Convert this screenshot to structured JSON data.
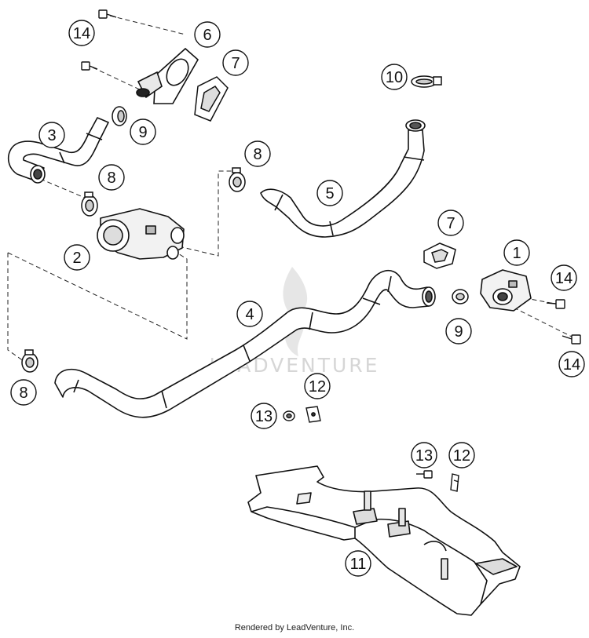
{
  "diagram": {
    "callouts": [
      {
        "id": "c1",
        "label": "1"
      },
      {
        "id": "c2",
        "label": "2"
      },
      {
        "id": "c3",
        "label": "3"
      },
      {
        "id": "c4",
        "label": "4"
      },
      {
        "id": "c5",
        "label": "5"
      },
      {
        "id": "c6",
        "label": "6"
      },
      {
        "id": "c7a",
        "label": "7"
      },
      {
        "id": "c7b",
        "label": "7"
      },
      {
        "id": "c8a",
        "label": "8"
      },
      {
        "id": "c8b",
        "label": "8"
      },
      {
        "id": "c8c",
        "label": "8"
      },
      {
        "id": "c9a",
        "label": "9"
      },
      {
        "id": "c9b",
        "label": "9"
      },
      {
        "id": "c10",
        "label": "10"
      },
      {
        "id": "c11",
        "label": "11"
      },
      {
        "id": "c12a",
        "label": "12"
      },
      {
        "id": "c12b",
        "label": "12"
      },
      {
        "id": "c13a",
        "label": "13"
      },
      {
        "id": "c13b",
        "label": "13"
      },
      {
        "id": "c14a",
        "label": "14"
      },
      {
        "id": "c14b",
        "label": "14"
      },
      {
        "id": "c14c",
        "label": "14"
      }
    ]
  },
  "watermark": {
    "text": "LEADVENTURE"
  },
  "footer": {
    "text": "Rendered by LeadVenture, Inc."
  }
}
